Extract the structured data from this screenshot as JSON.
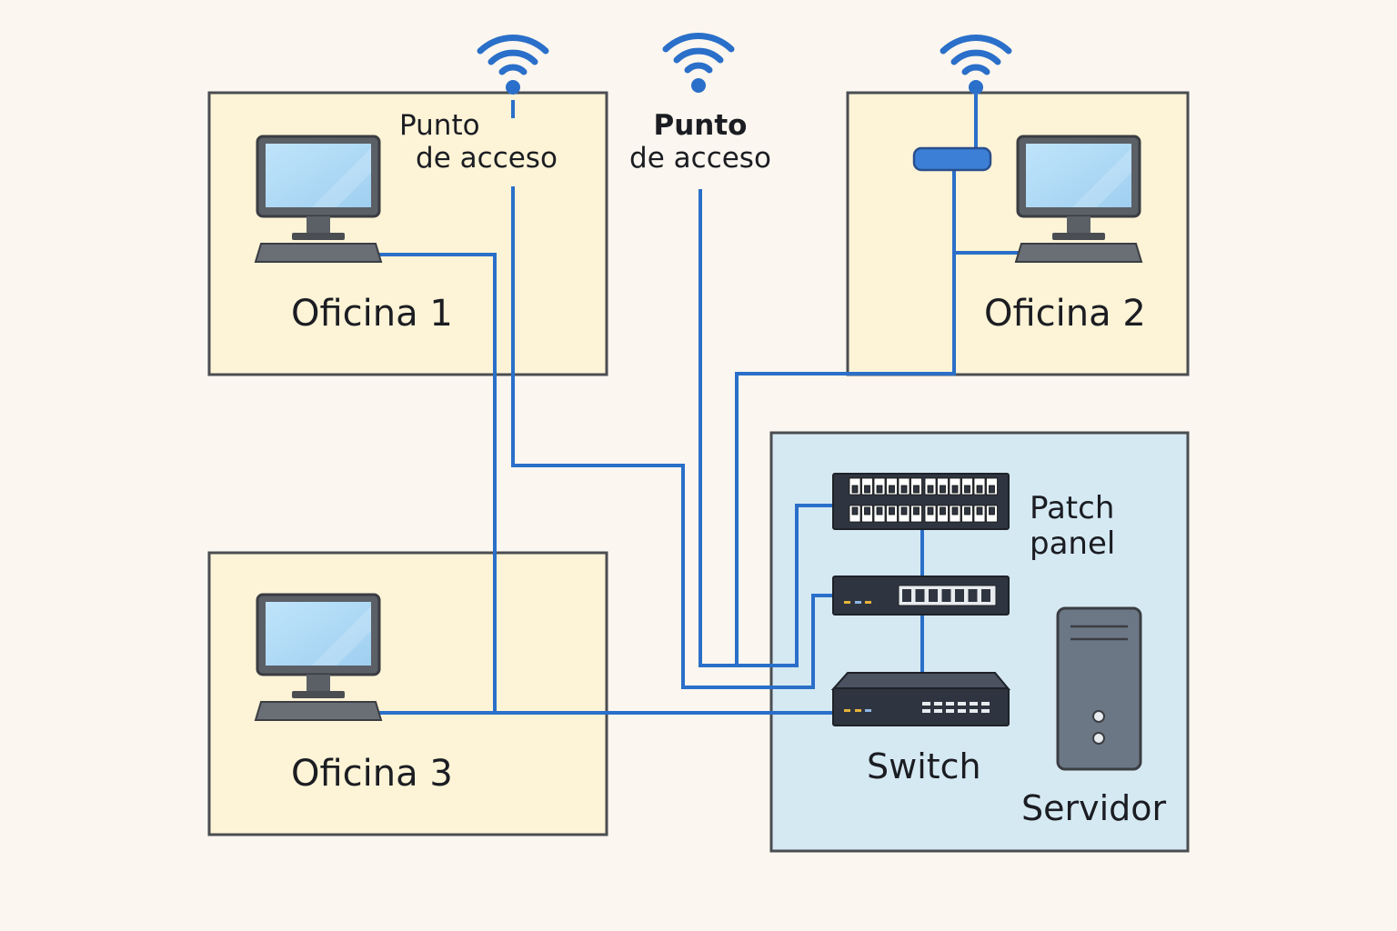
{
  "offices": [
    {
      "id": "oficina-1",
      "name": "Oficina 1"
    },
    {
      "id": "oficina-2",
      "name": "Oficina 2"
    },
    {
      "id": "oficina-3",
      "name": "Oficina 3"
    }
  ],
  "access_points": [
    {
      "line1": "Punto",
      "line2": "de acceso"
    },
    {
      "line1": "Punto",
      "line2": "de acceso"
    }
  ],
  "server_room": {
    "patch_panel_line1": "Patch",
    "patch_panel_line2": "panel",
    "switch_label": "Switch",
    "server_label": "Servidor"
  },
  "colors": {
    "background": "#fbf6ef",
    "office_fill": "#fdf3d6",
    "server_room_fill": "#d5e9f3",
    "cable": "#2a6fc9",
    "outline": "#4a4d52"
  }
}
